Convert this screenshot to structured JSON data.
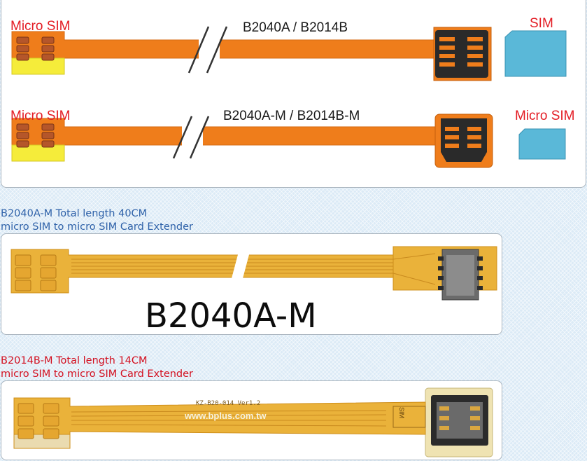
{
  "top": {
    "row1": {
      "left_label": "Micro SIM",
      "model_label": "B2040A / B2014B",
      "right_label": "SIM"
    },
    "row2": {
      "left_label": "Micro SIM",
      "model_label": "B2040A-M / B2014B-M",
      "right_label": "Micro SIM"
    }
  },
  "middle": {
    "caption_line1": "B2040A-M Total length 40CM",
    "caption_line2": "micro SIM to micro SIM Card Extender",
    "big_label": "B2040A-M"
  },
  "bottom": {
    "caption_line1": "B2014B-M Total length 14CM",
    "caption_line2": "micro SIM to micro SIM Card Extender",
    "board_code": "KZ-B20-014  Ver1.2",
    "website": "www.bplus.com.tw",
    "tab_text": "SIM"
  },
  "colors": {
    "orange": "#ef7d1b",
    "yellow": "#f5ec3a",
    "sim_blue": "#5ab8d8",
    "label_red": "#e31b23",
    "caption_blue": "#2f62a9",
    "caption_red": "#d31020",
    "flex_amber": "#eab23a"
  }
}
